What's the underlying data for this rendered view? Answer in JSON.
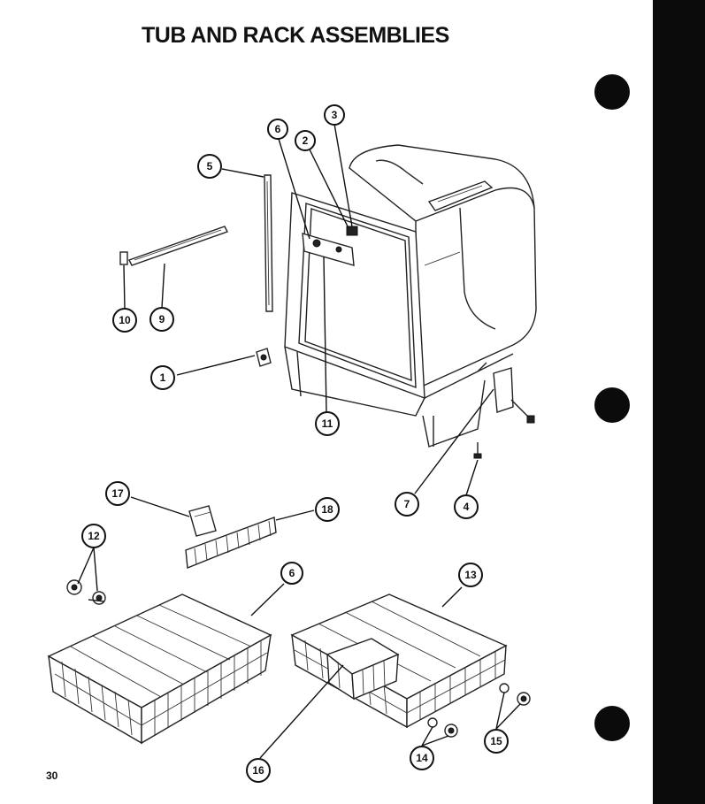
{
  "title": "TUB AND RACK ASSEMBLIES",
  "page_number": "30",
  "callouts": [
    {
      "id": "1",
      "label": "1"
    },
    {
      "id": "2",
      "label": "2"
    },
    {
      "id": "3",
      "label": "3"
    },
    {
      "id": "4",
      "label": "4"
    },
    {
      "id": "5",
      "label": "5"
    },
    {
      "id": "6",
      "label": "6"
    },
    {
      "id": "7",
      "label": "7"
    },
    {
      "id": "9",
      "label": "9"
    },
    {
      "id": "10",
      "label": "10"
    },
    {
      "id": "11",
      "label": "11"
    },
    {
      "id": "12",
      "label": "12"
    },
    {
      "id": "13",
      "label": "13"
    },
    {
      "id": "14",
      "label": "14"
    },
    {
      "id": "15",
      "label": "15"
    },
    {
      "id": "16",
      "label": "16"
    },
    {
      "id": "17",
      "label": "17"
    },
    {
      "id": "18",
      "label": "18"
    },
    {
      "id": "6b",
      "label": "6"
    }
  ],
  "colors": {
    "ink": "#111111",
    "paper": "#ffffff",
    "binding": "#0b0b0b"
  }
}
